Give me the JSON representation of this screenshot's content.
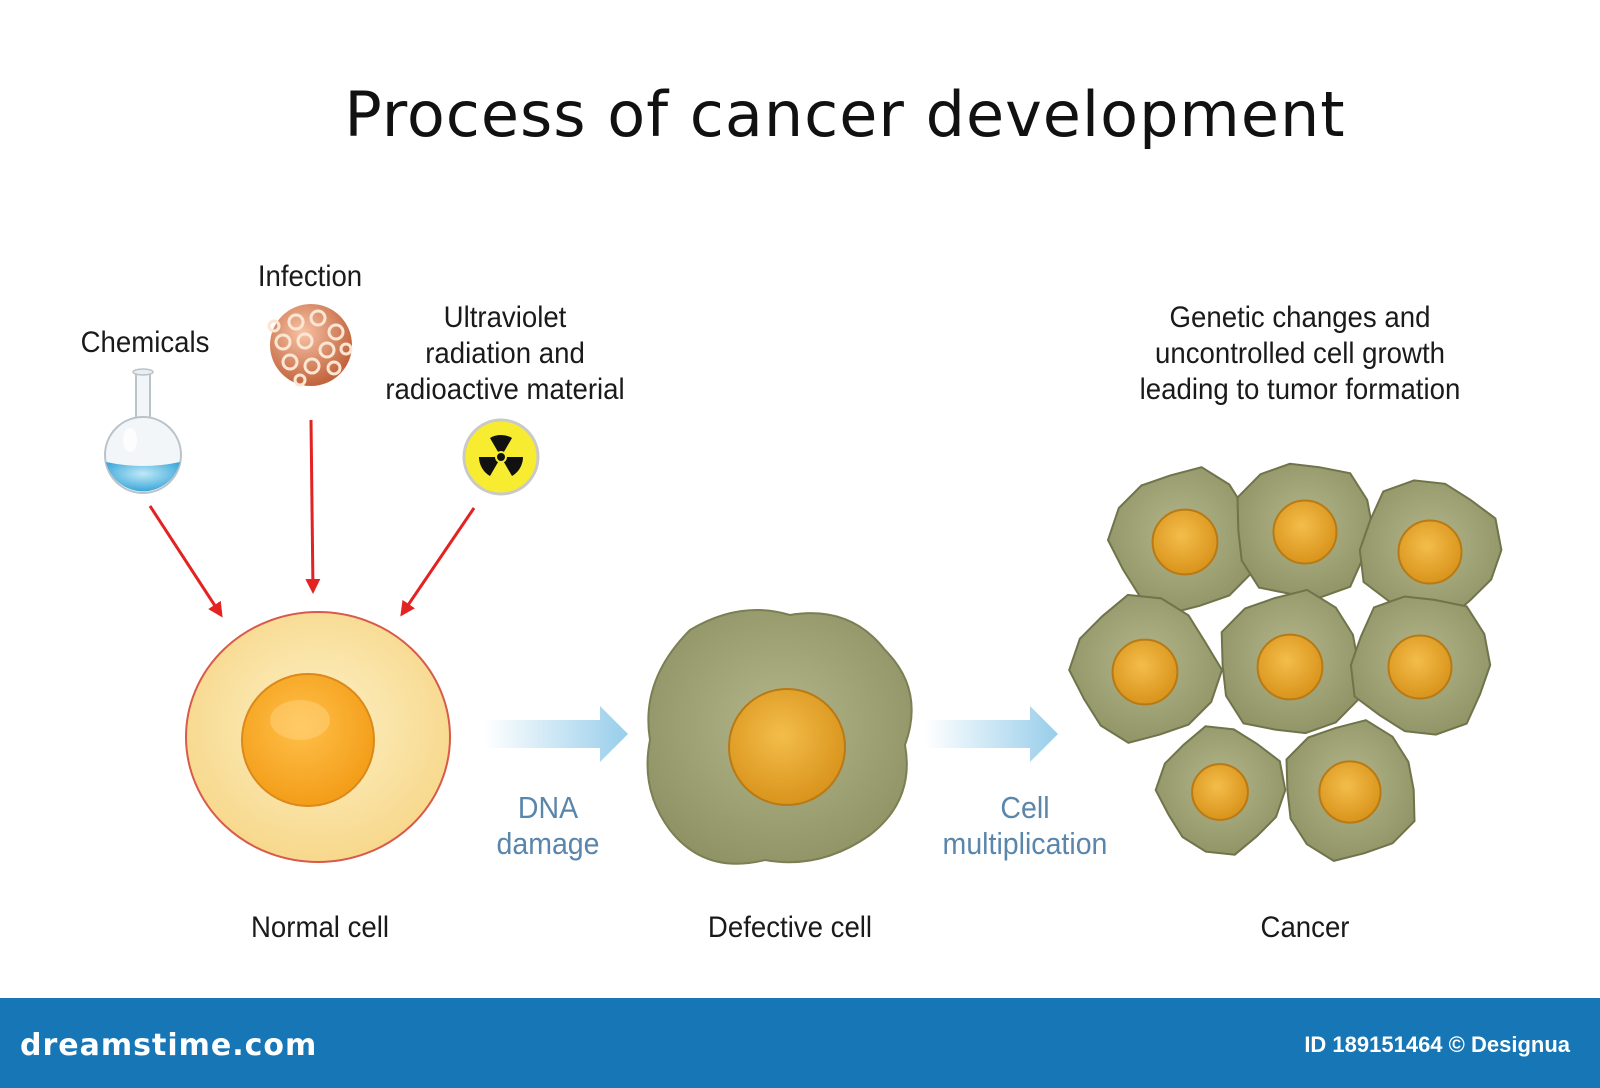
{
  "title": "Process of cancer development",
  "causes": {
    "chemicals": "Chemicals",
    "infection": "Infection",
    "radiation": [
      "Ultraviolet",
      "radiation and",
      "radioactive material"
    ]
  },
  "tumor_caption": [
    "Genetic changes and",
    "uncontrolled cell growth",
    "leading to tumor formation"
  ],
  "steps": {
    "normal": "Normal cell",
    "defective": "Defective cell",
    "cancer": "Cancer"
  },
  "transitions": {
    "dna_damage": [
      "DNA",
      "damage"
    ],
    "multiplication": [
      "Cell",
      "multiplication"
    ]
  },
  "footer": {
    "brand": "dreamstime.com",
    "credit": "ID 189151464 © Designua"
  },
  "colors": {
    "arrow_red": "#e32222",
    "normal_cell": "#fbe2a2",
    "nucleus": "#f5a623",
    "defective_cell": "#9a9e6e",
    "footer": "#1676b6"
  }
}
